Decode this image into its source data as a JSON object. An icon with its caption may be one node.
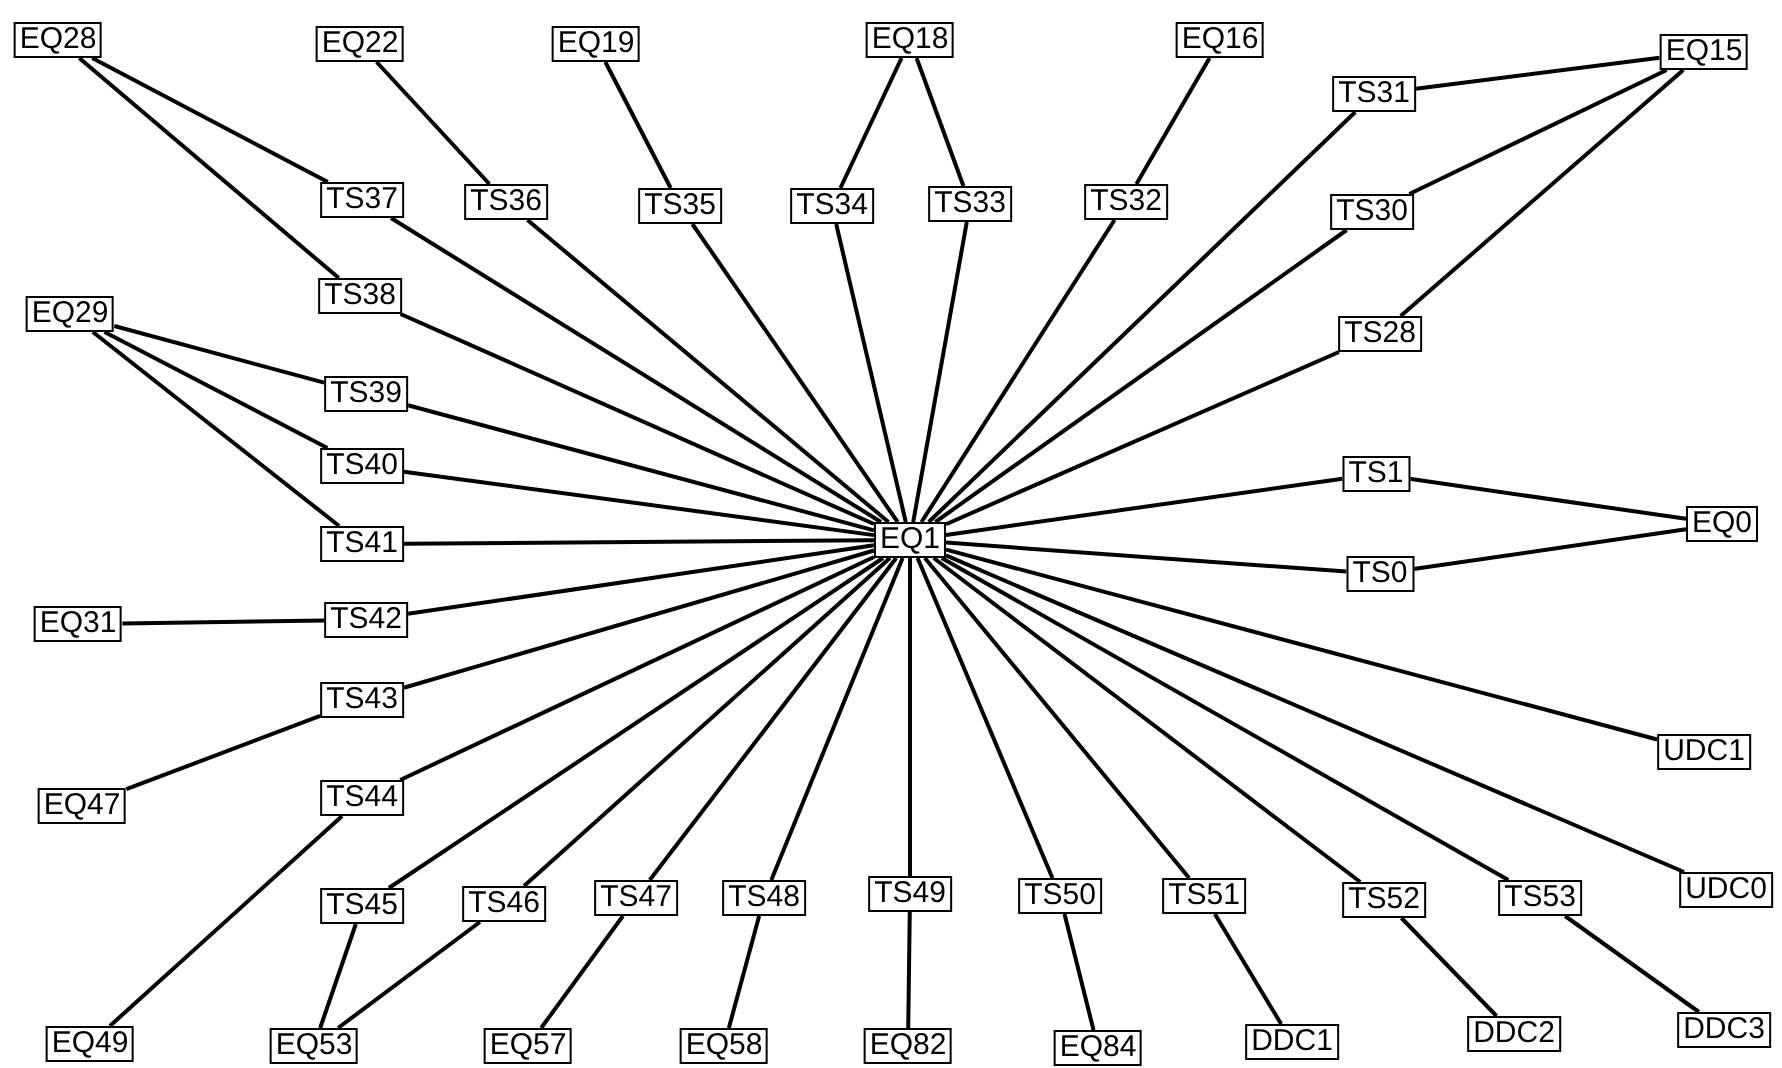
{
  "diagram": {
    "nodes": [
      {
        "text": [
          "EQ28"
        ]
      },
      {
        "text": [
          "EQ22"
        ]
      },
      {
        "text": [
          "EQ19"
        ]
      },
      {
        "text": [
          "EQ18"
        ]
      },
      {
        "text": [
          "EQ16"
        ]
      },
      {
        "text": [
          "EQ15"
        ]
      },
      {
        "text": [
          "TS31"
        ]
      },
      {
        "text": [
          "TS37"
        ]
      },
      {
        "text": [
          "TS36"
        ]
      },
      {
        "text": [
          "TS35"
        ]
      },
      {
        "text": [
          "TS34"
        ]
      },
      {
        "text": [
          "TS33"
        ]
      },
      {
        "text": [
          "TS32"
        ]
      },
      {
        "text": [
          "TS30"
        ]
      },
      {
        "text": [
          "TS38"
        ]
      },
      {
        "text": [
          "EQ29"
        ]
      },
      {
        "text": [
          "TS28"
        ]
      },
      {
        "text": [
          "TS39"
        ]
      },
      {
        "text": [
          "TS40"
        ]
      },
      {
        "text": [
          "TS1"
        ]
      },
      {
        "text": [
          "EQ0"
        ]
      },
      {
        "text": [
          "EQ1"
        ]
      },
      {
        "text": [
          "TS41"
        ]
      },
      {
        "text": [
          "TS0"
        ]
      },
      {
        "text": [
          "EQ31"
        ]
      },
      {
        "text": [
          "TS42"
        ]
      },
      {
        "text": [
          "TS43"
        ]
      },
      {
        "text": [
          "UDC1"
        ]
      },
      {
        "text": [
          "EQ47"
        ]
      },
      {
        "text": [
          "TS44"
        ]
      },
      {
        "text": [
          "UDC0"
        ]
      },
      {
        "text": [
          "TS45"
        ]
      },
      {
        "text": [
          "TS46"
        ]
      },
      {
        "text": [
          "TS47"
        ]
      },
      {
        "text": [
          "TS48"
        ]
      },
      {
        "text": [
          "TS49"
        ]
      },
      {
        "text": [
          "TS50"
        ]
      },
      {
        "text": [
          "TS51"
        ]
      },
      {
        "text": [
          "TS52"
        ]
      },
      {
        "text": [
          "TS53"
        ]
      },
      {
        "text": [
          "EQ49"
        ]
      },
      {
        "text": [
          "EQ53"
        ]
      },
      {
        "text": [
          "EQ57"
        ]
      },
      {
        "text": [
          "EQ58"
        ]
      },
      {
        "text": [
          "EQ82"
        ]
      },
      {
        "text": [
          "EQ84"
        ]
      },
      {
        "text": [
          "DDC1"
        ]
      },
      {
        "text": [
          "DDC2"
        ]
      },
      {
        "text": [
          "DDC3"
        ]
      }
    ],
    "edges": [
      {
        "from": 21,
        "to": 6,
        "arrow": "none"
      },
      {
        "from": 21,
        "to": 7,
        "arrow": "none"
      },
      {
        "from": 21,
        "to": 8,
        "arrow": "none"
      },
      {
        "from": 21,
        "to": 9,
        "arrow": "none"
      },
      {
        "from": 21,
        "to": 10,
        "arrow": "none"
      },
      {
        "from": 21,
        "to": 11,
        "arrow": "none"
      },
      {
        "from": 21,
        "to": 12,
        "arrow": "none"
      },
      {
        "from": 21,
        "to": 13,
        "arrow": "none"
      },
      {
        "from": 21,
        "to": 14,
        "arrow": "none"
      },
      {
        "from": 21,
        "to": 16,
        "arrow": "none"
      },
      {
        "from": 21,
        "to": 17,
        "arrow": "none"
      },
      {
        "from": 21,
        "to": 18,
        "arrow": "none"
      },
      {
        "from": 21,
        "to": 19,
        "arrow": "none"
      },
      {
        "from": 21,
        "to": 22,
        "arrow": "none"
      },
      {
        "from": 21,
        "to": 23,
        "arrow": "none"
      },
      {
        "from": 21,
        "to": 25,
        "arrow": "none"
      },
      {
        "from": 21,
        "to": 26,
        "arrow": "none"
      },
      {
        "from": 21,
        "to": 27,
        "arrow": "none"
      },
      {
        "from": 21,
        "to": 29,
        "arrow": "none"
      },
      {
        "from": 21,
        "to": 30,
        "arrow": "none"
      },
      {
        "from": 21,
        "to": 31,
        "arrow": "none"
      },
      {
        "from": 21,
        "to": 32,
        "arrow": "none"
      },
      {
        "from": 21,
        "to": 33,
        "arrow": "none"
      },
      {
        "from": 21,
        "to": 34,
        "arrow": "none"
      },
      {
        "from": 21,
        "to": 35,
        "arrow": "none"
      },
      {
        "from": 21,
        "to": 36,
        "arrow": "none"
      },
      {
        "from": 21,
        "to": 37,
        "arrow": "none"
      },
      {
        "from": 21,
        "to": 38,
        "arrow": "none"
      },
      {
        "from": 21,
        "to": 39,
        "arrow": "none"
      },
      {
        "from": 0,
        "to": 7,
        "arrow": "none"
      },
      {
        "from": 0,
        "to": 14,
        "arrow": "none"
      },
      {
        "from": 1,
        "to": 8,
        "arrow": "none"
      },
      {
        "from": 2,
        "to": 9,
        "arrow": "none"
      },
      {
        "from": 3,
        "to": 10,
        "arrow": "none"
      },
      {
        "from": 3,
        "to": 11,
        "arrow": "none"
      },
      {
        "from": 4,
        "to": 12,
        "arrow": "none"
      },
      {
        "from": 5,
        "to": 6,
        "arrow": "none"
      },
      {
        "from": 5,
        "to": 13,
        "arrow": "none"
      },
      {
        "from": 5,
        "to": 16,
        "arrow": "none"
      },
      {
        "from": 15,
        "to": 17,
        "arrow": "none"
      },
      {
        "from": 15,
        "to": 18,
        "arrow": "none"
      },
      {
        "from": 15,
        "to": 22,
        "arrow": "none"
      },
      {
        "from": 20,
        "to": 19,
        "arrow": "none"
      },
      {
        "from": 20,
        "to": 23,
        "arrow": "none"
      },
      {
        "from": 24,
        "to": 25,
        "arrow": "none"
      },
      {
        "from": 28,
        "to": 26,
        "arrow": "none"
      },
      {
        "from": 40,
        "to": 29,
        "arrow": "none"
      },
      {
        "from": 41,
        "to": 31,
        "arrow": "none"
      },
      {
        "from": 41,
        "to": 32,
        "arrow": "none"
      },
      {
        "from": 42,
        "to": 33,
        "arrow": "none"
      },
      {
        "from": 43,
        "to": 34,
        "arrow": "none"
      },
      {
        "from": 44,
        "to": 35,
        "arrow": "none"
      },
      {
        "from": 45,
        "to": 36,
        "arrow": "none"
      },
      {
        "from": 46,
        "to": 37,
        "arrow": "none"
      },
      {
        "from": 47,
        "to": 38,
        "arrow": "none"
      },
      {
        "from": 48,
        "to": 39,
        "arrow": "none"
      }
    ]
  }
}
